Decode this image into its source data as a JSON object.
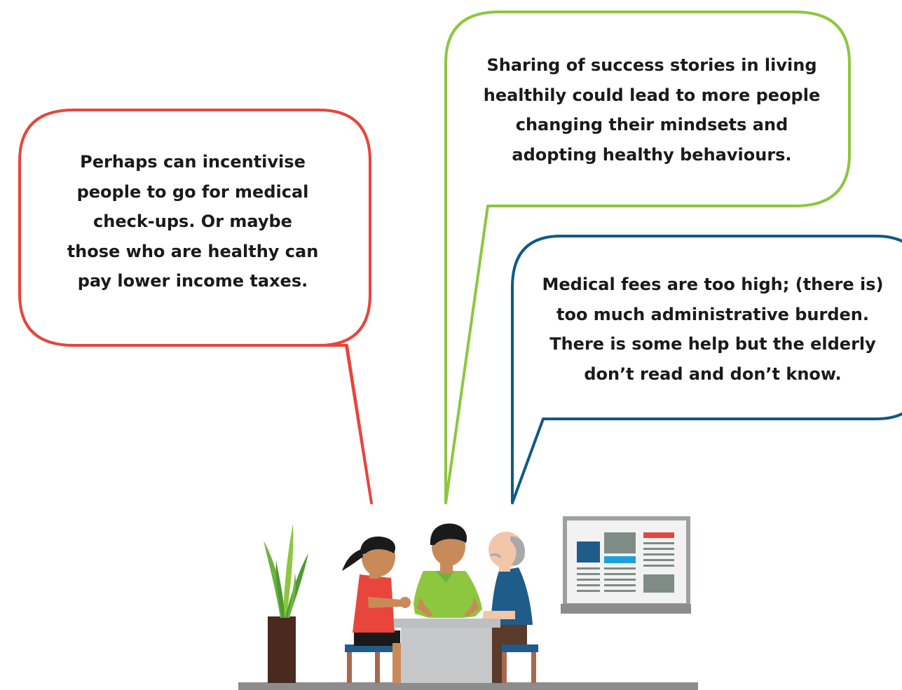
{
  "speech_bubbles": {
    "red": {
      "lines": [
        "Perhaps can incentivise",
        "people to go for medical",
        "check-ups. Or maybe",
        "those who are healthy can",
        "pay lower income taxes."
      ],
      "outline_color": "#e8453c"
    },
    "green": {
      "lines": [
        "Sharing of success stories in living",
        "healthily could lead to more people",
        "changing their mindsets and",
        "adopting healthy behaviours."
      ],
      "outline_color": "#8dc63f"
    },
    "blue": {
      "lines": [
        "Medical fees are too high; (there is)",
        "too much administrative burden.",
        "There is some help but the elderly",
        "don’t read and don’t know."
      ],
      "outline_color": "#0e5a86"
    }
  },
  "colors": {
    "text": "#1a1a1a",
    "floor": "#8c8c8c",
    "table": "#bdbfc1",
    "plant_pot": "#4a2a1f",
    "plant_leaf": "#6db33f",
    "stool_seat": "#1f5c8a",
    "stool_leg": "#a5694f",
    "woman_top": "#e8453c",
    "man_shirt": "#8dc63f",
    "elder_shirt": "#1f5c8a",
    "skin": "#c98a5a",
    "elder_skin": "#f2c6a9",
    "hair": "#1a1a1a",
    "elder_hair": "#a8a9ab",
    "board_frame": "#9e9fa1",
    "board_accent_red": "#e8453c",
    "board_accent_blue": "#1f5c8a",
    "board_accent_cyan": "#1da1dc",
    "board_block": "#7f8c86"
  },
  "icons": [
    "plant-icon",
    "woman-icon",
    "man-icon",
    "elderly-man-icon",
    "notice-board-icon",
    "table-icon",
    "stool-icon"
  ]
}
